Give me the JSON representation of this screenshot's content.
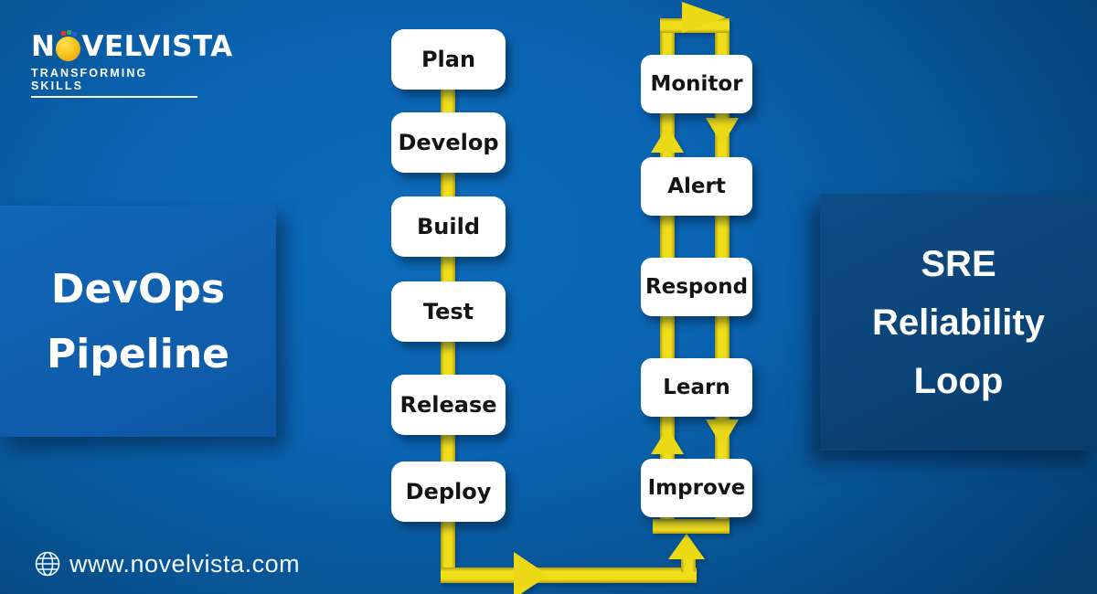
{
  "brand": {
    "name_prefix": "N",
    "name_suffix": "VELVISTA",
    "tagline": "TRANSFORMING SKILLS"
  },
  "left_panel": {
    "line1": "DevOps",
    "line2": "Pipeline"
  },
  "right_panel": {
    "line1": "SRE",
    "line2": "Reliability",
    "line3": "Loop"
  },
  "devops_pipeline": {
    "steps": [
      "Plan",
      "Develop",
      "Build",
      "Test",
      "Release",
      "Deploy"
    ]
  },
  "sre_loop": {
    "steps": [
      "Monitor",
      "Alert",
      "Respond",
      "Learn",
      "Improve"
    ]
  },
  "footer": {
    "website": "www.novelvista.com"
  },
  "colors": {
    "accent_yellow": "#e8d414",
    "background_blue": "#0a64b0",
    "left_panel_blue": "#1063b2",
    "right_panel_blue": "#0c4a80",
    "box_white": "#ffffff",
    "box_text_dark": "#141414"
  }
}
